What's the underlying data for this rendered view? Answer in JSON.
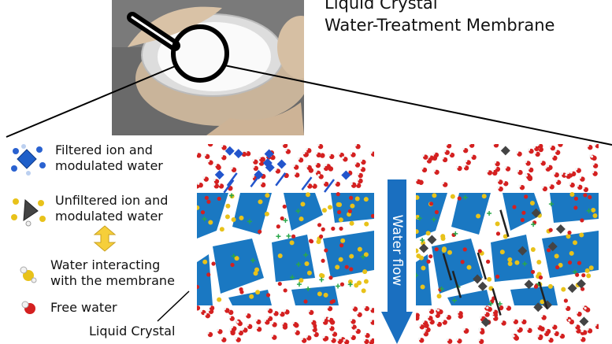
{
  "title": {
    "line1": "Liquid Crystal",
    "line2": "Water-Treatment Membrane"
  },
  "legend": {
    "filtered": {
      "line1": "Filtered ion and",
      "line2": "modulated water"
    },
    "unfiltered": {
      "line1": "Unfiltered ion and",
      "line2": "modulated water"
    },
    "interacting": {
      "line1": "Water interacting",
      "line2": "with the membrane"
    },
    "free": {
      "label": "Free water"
    }
  },
  "flow_label": "Water flow",
  "lc_label": "Liquid Crystal",
  "colors": {
    "membrane_blue": "#1a78c2",
    "free_water_red": "#d42020",
    "interacting_yellow": "#e8c21a",
    "ion_blue": "#2255cc",
    "ion_gray": "#555555",
    "arrow_blue": "#1a6fc0",
    "plus_green": "#2aa84a"
  }
}
